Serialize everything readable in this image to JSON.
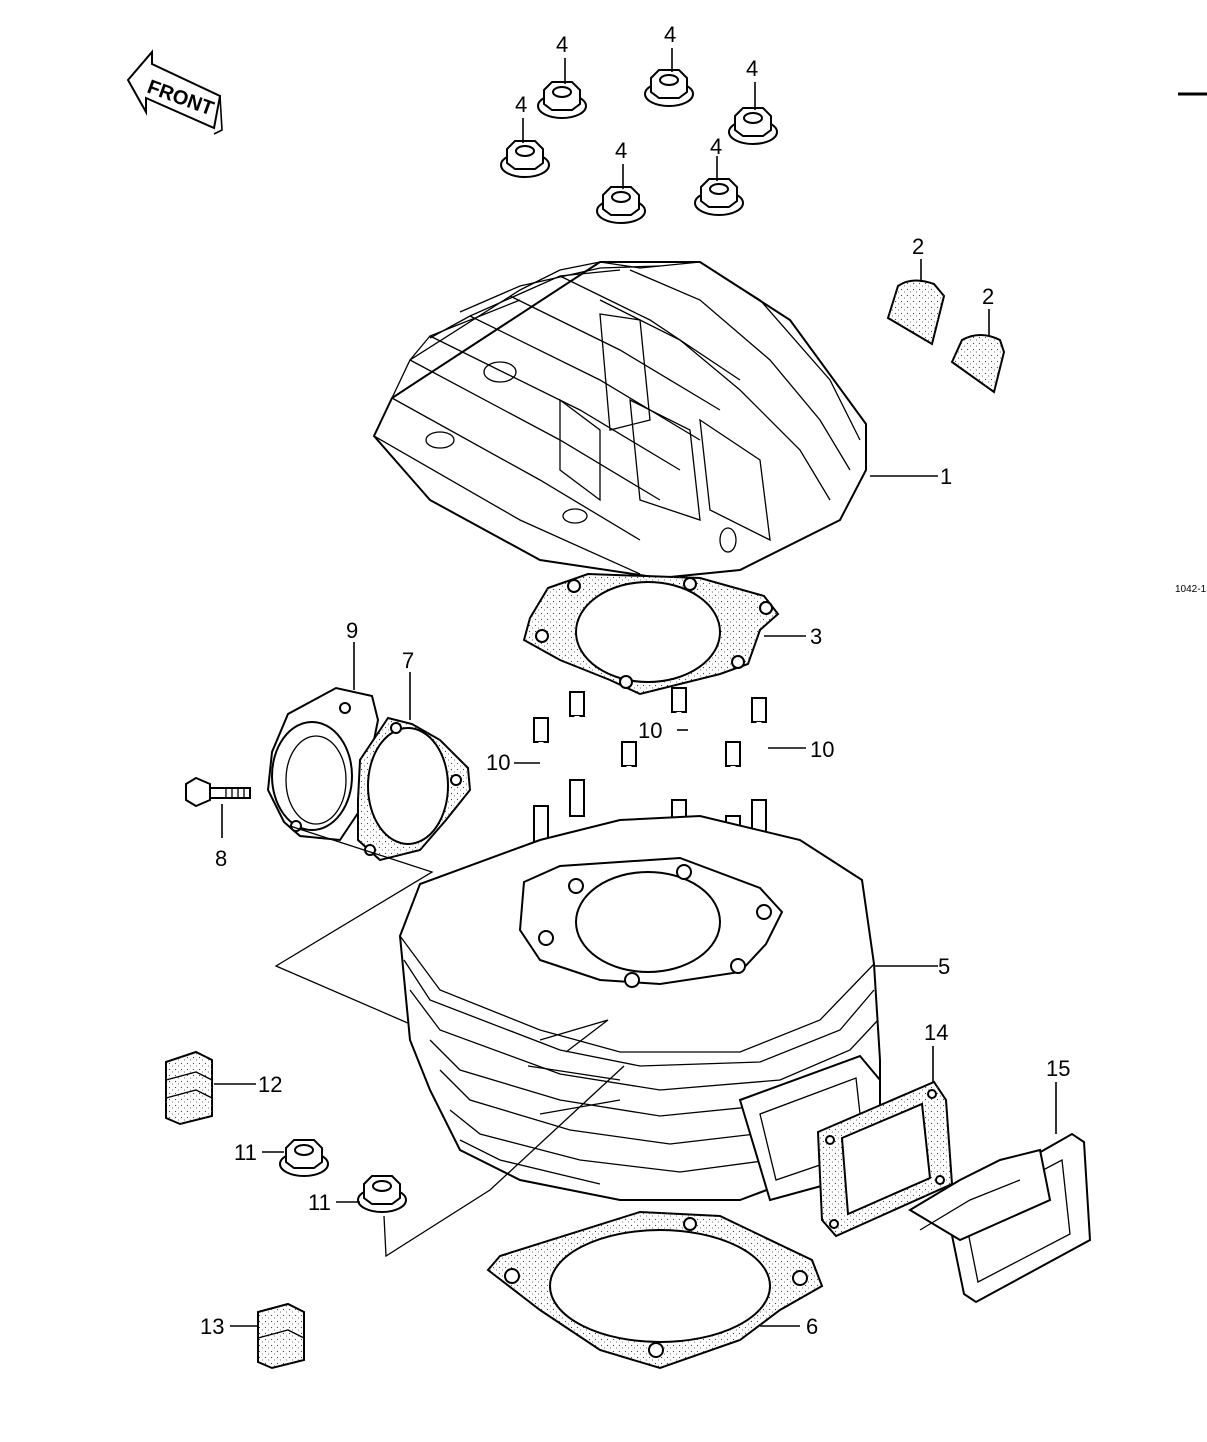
{
  "front_arrow": {
    "label": "FRONT"
  },
  "diagram_id": "1042-1",
  "callouts": [
    {
      "id": "c1",
      "text": "1"
    },
    {
      "id": "c2a",
      "text": "2"
    },
    {
      "id": "c2b",
      "text": "2"
    },
    {
      "id": "c3",
      "text": "3"
    },
    {
      "id": "c4a",
      "text": "4"
    },
    {
      "id": "c4b",
      "text": "4"
    },
    {
      "id": "c4c",
      "text": "4"
    },
    {
      "id": "c4d",
      "text": "4"
    },
    {
      "id": "c4e",
      "text": "4"
    },
    {
      "id": "c4f",
      "text": "4"
    },
    {
      "id": "c5",
      "text": "5"
    },
    {
      "id": "c6",
      "text": "6"
    },
    {
      "id": "c7",
      "text": "7"
    },
    {
      "id": "c8",
      "text": "8"
    },
    {
      "id": "c9",
      "text": "9"
    },
    {
      "id": "c10a",
      "text": "10"
    },
    {
      "id": "c10b",
      "text": "10"
    },
    {
      "id": "c10c",
      "text": "10"
    },
    {
      "id": "c11a",
      "text": "11"
    },
    {
      "id": "c11b",
      "text": "11"
    },
    {
      "id": "c12",
      "text": "12"
    },
    {
      "id": "c13",
      "text": "13"
    },
    {
      "id": "c14",
      "text": "14"
    },
    {
      "id": "c15",
      "text": "15"
    }
  ]
}
